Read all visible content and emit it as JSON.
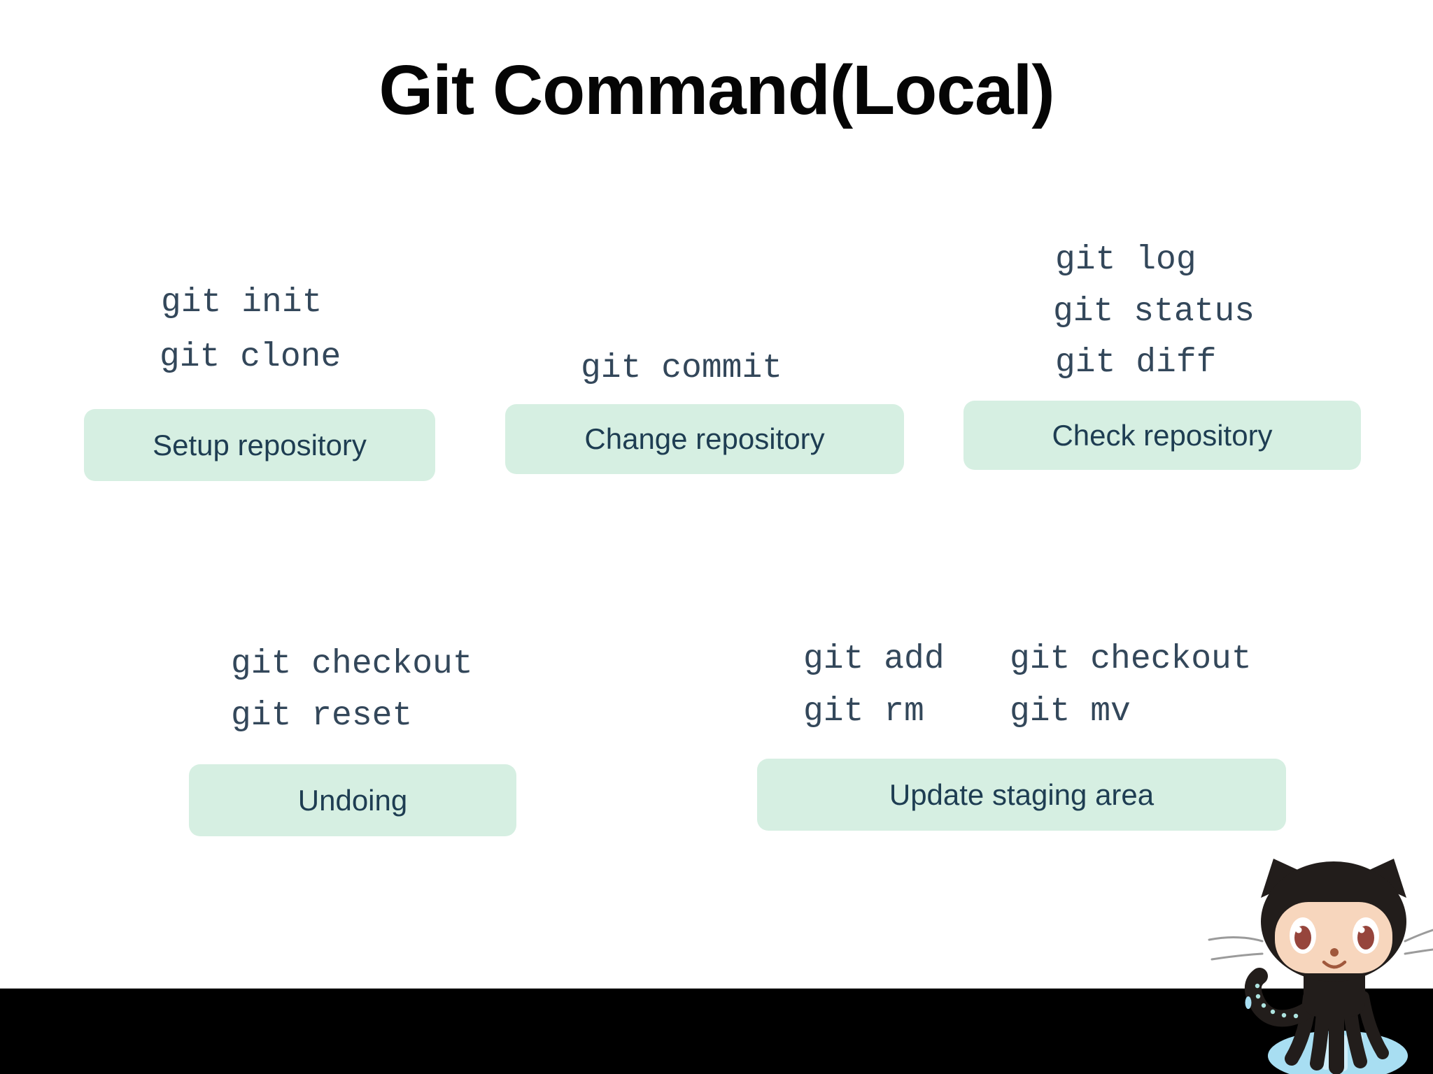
{
  "slide": {
    "title": "Git Command(Local)"
  },
  "groups": {
    "setup": {
      "commands": [
        "git init",
        "git clone"
      ],
      "label": "Setup repository"
    },
    "change": {
      "commands": [
        "git commit"
      ],
      "label": "Change repository"
    },
    "check": {
      "commands": [
        "git log",
        "git status",
        "git diff"
      ],
      "label": "Check repository"
    },
    "undoing": {
      "commands": [
        "git checkout",
        "git reset"
      ],
      "label": "Undoing"
    },
    "staging": {
      "rows": [
        [
          "git add",
          "git checkout"
        ],
        [
          "git rm",
          "git mv"
        ]
      ],
      "label": "Update staging area"
    }
  },
  "colors": {
    "slide_background": "#ffffff",
    "bottom_bar": "#000000",
    "label_box_background": "#d6efe2",
    "label_box_text": "#1e3d52",
    "command_text": "#33475a",
    "title_text": "#050505",
    "octocat_body": "#221d1b",
    "octocat_face": "#f7d6bd",
    "octocat_iris": "#96453c",
    "octocat_puddle": "#a8def2"
  },
  "mascot": {
    "name": "github-octocat-mascot"
  }
}
